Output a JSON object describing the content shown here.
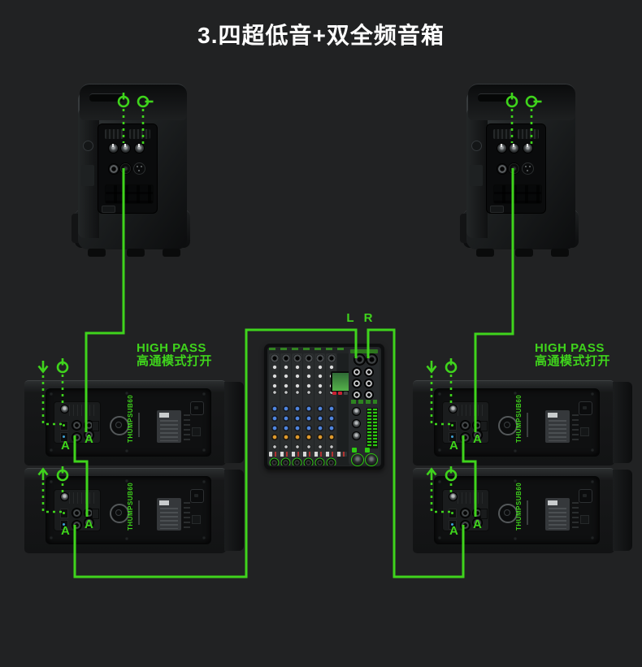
{
  "title": "3.四超低音+双全频音箱",
  "colors": {
    "background": "#212223",
    "accent_green": "#3fd41c",
    "title_text": "#ffffff"
  },
  "connection_labels": {
    "left_output": "L",
    "right_output": "R",
    "link_point": "A"
  },
  "notes": {
    "high_pass_en": "HIGH PASS",
    "high_pass_zh": "高通模式打开"
  },
  "equipment": {
    "full_range_speakers": {
      "count": 2
    },
    "subwoofers": {
      "count": 4,
      "brand_text": "THUMPSUB60"
    },
    "mixer": {
      "count": 1
    }
  },
  "icons": {
    "knob_position": "power-style knob dial",
    "arrow_down": "↓",
    "arrow_up": "↑"
  }
}
